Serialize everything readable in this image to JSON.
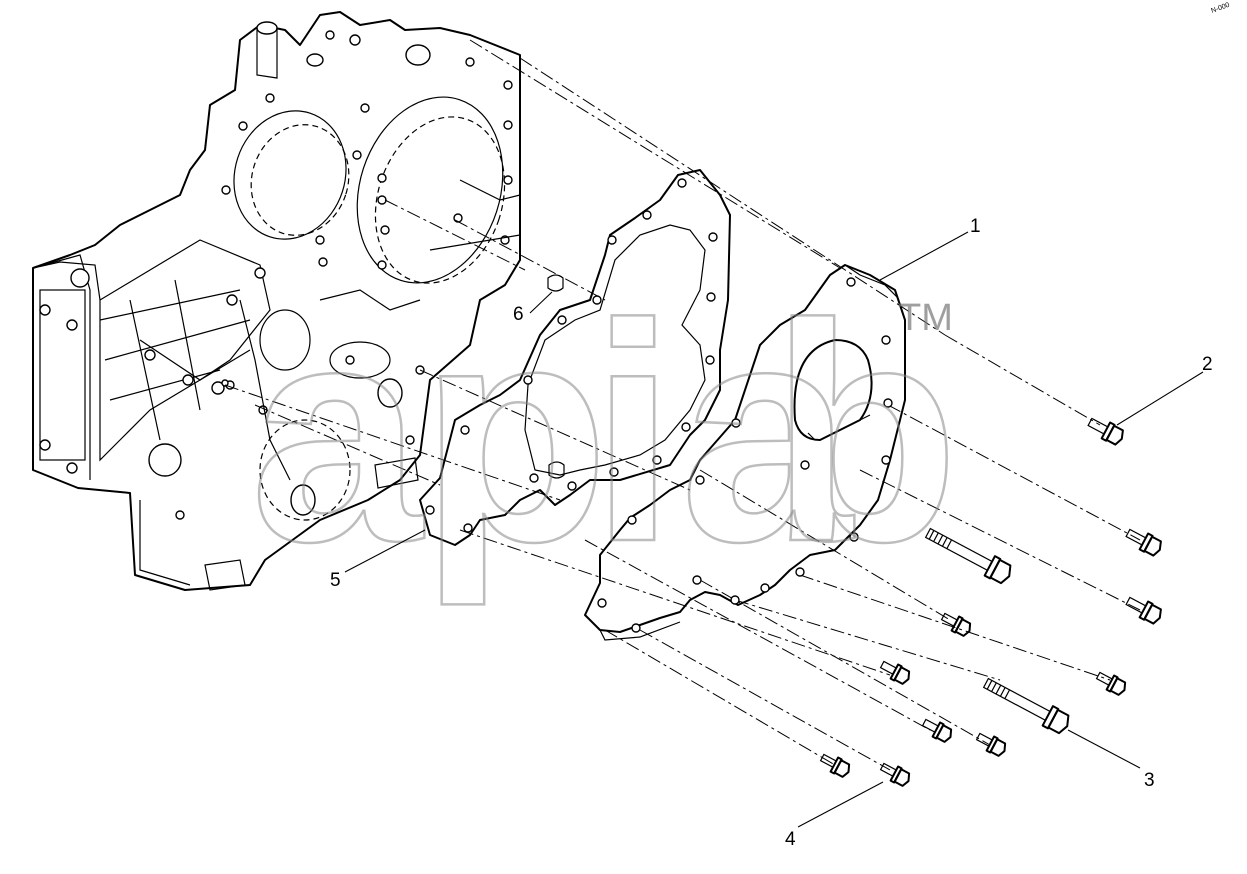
{
  "diagram": {
    "ref_code": "N-000",
    "callouts": [
      {
        "id": "callout-1",
        "label": "1"
      },
      {
        "id": "callout-2",
        "label": "2"
      },
      {
        "id": "callout-3",
        "label": "3"
      },
      {
        "id": "callout-4",
        "label": "4"
      },
      {
        "id": "callout-5",
        "label": "5"
      },
      {
        "id": "callout-6",
        "label": "6"
      }
    ],
    "watermark": {
      "letters": [
        "a",
        "p",
        "i",
        "a",
        "b"
      ],
      "tm": "TM"
    }
  }
}
